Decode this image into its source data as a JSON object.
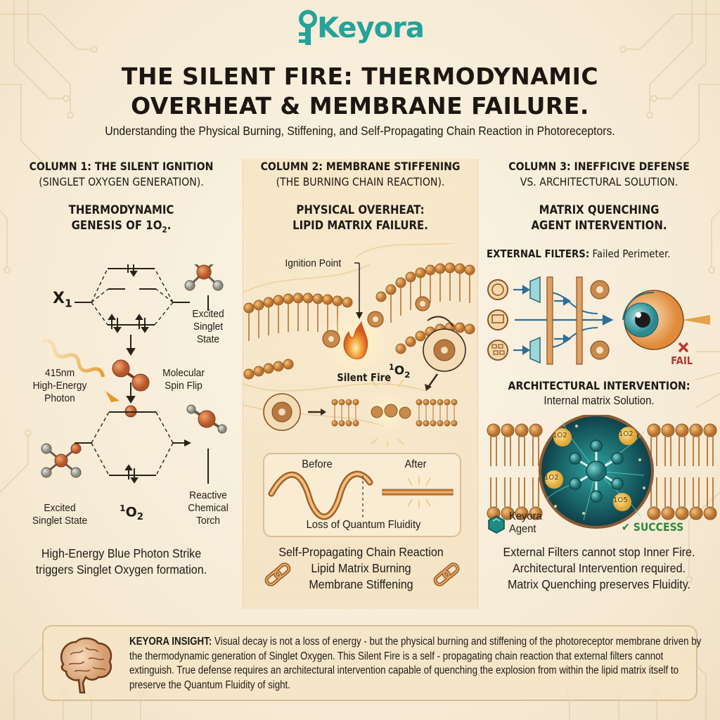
{
  "brand": {
    "name": "Keyora",
    "color": "#23a39a"
  },
  "header": {
    "title_line1": "THE SILENT FIRE: THERMODYNAMIC",
    "title_line2": "OVERHEAT & MEMBRANE FAILURE.",
    "subtitle": "Understanding the Physical Burning, Stiffening, and Self-Propagating Chain Reaction in Photoreceptors."
  },
  "columns": [
    {
      "heading_bold": "COLUMN 1: THE SILENT IGNITION",
      "heading_regular": "(SINGLET OXYGEN GENERATION).",
      "subheading_line1": "THERMODYNAMIC",
      "subheading_line2": "GENESIS OF 1O",
      "subheading_sub": "2",
      "subheading_end": ".",
      "labels": {
        "x1": "X",
        "x1_sub": "1",
        "excited_singlet_top": [
          "Excited",
          "Singlet",
          "State"
        ],
        "photon": [
          "415nm",
          "High-Energy",
          "Photon"
        ],
        "spin_flip": [
          "Molecular",
          "Spin Flip"
        ],
        "excited_singlet_bottom": [
          "Excited",
          "Singlet State"
        ],
        "singlet_oxygen_sup": "1",
        "singlet_oxygen": "O",
        "singlet_oxygen_sub": "2",
        "torch": [
          "Reactive",
          "Chemical",
          "Torch"
        ]
      },
      "caption": [
        "High-Energy Blue Photon Strike",
        "triggers Singlet Oxygen formation."
      ]
    },
    {
      "heading_bold": "COLUMN 2: MEMBRANE STIFFENING",
      "heading_regular": "(THE BURNING CHAIN REACTION).",
      "subheading_line1": "PHYSICAL OVERHEAT:",
      "subheading_line2": "LIPID MATRIX FAILURE.",
      "labels": {
        "ignition_point": "Ignition Point",
        "silent_fire": "Silent Fire",
        "singlet_oxygen_sup": "1",
        "singlet_oxygen": "O",
        "singlet_oxygen_sub": "2",
        "before": "Before",
        "after": "After",
        "fluidity_loss": "Loss of Quantum Fluidity"
      },
      "caption": [
        "Self-Propagating Chain Reaction",
        "Lipid Matrix Burning",
        "Membrane Stiffening"
      ]
    },
    {
      "heading_bold": "COLUMN 3: INEFFICIVE DEFENSE",
      "heading_regular": "VS. ARCHITECTURAL SOLUTION.",
      "subheading_line1": "MATRIX QUENCHING",
      "subheading_line2": "AGENT INTERVENTION.",
      "external_filters": {
        "bold": "EXTERNAL FILTERS:",
        "regular": "Failed Perimeter."
      },
      "fail_label": "FAIL",
      "architectural": {
        "bold": "ARCHITECTURAL INTERVENTION:",
        "regular": "Internal matrix Solution."
      },
      "singlet_badges": [
        "1O2",
        "1O2",
        "1O2",
        "1O5"
      ],
      "agent_label": [
        "Keyora",
        "Agent"
      ],
      "success_label": "SUCCESS",
      "caption": [
        "External Filters cannot stop Inner Fire.",
        "Architectural Intervention required.",
        "Matrix Quenching preserves Fluidity."
      ]
    }
  ],
  "insight": {
    "label": "KEYORA INSIGHT:",
    "text": " Visual decay is not a loss of energy - but the physical burning and stiffening of the photoreceptor membrane driven by the thermodynamic generation of Singlet Oxygen. This Silent Fire is a self - propagating chain reaction that external filters cannot extinguish. True defense requires an architectural intervention capable of quenching the explosion from within the lipid matrix itself to preserve the Quantum Fluidity of sight."
  },
  "colors": {
    "background": "#f8eedc",
    "lipid": "#c98a3e",
    "teal": "#1f7f7a",
    "fail": "#b53a2e",
    "success": "#2f8a3e",
    "filter_arrow": "#2e6f96"
  }
}
